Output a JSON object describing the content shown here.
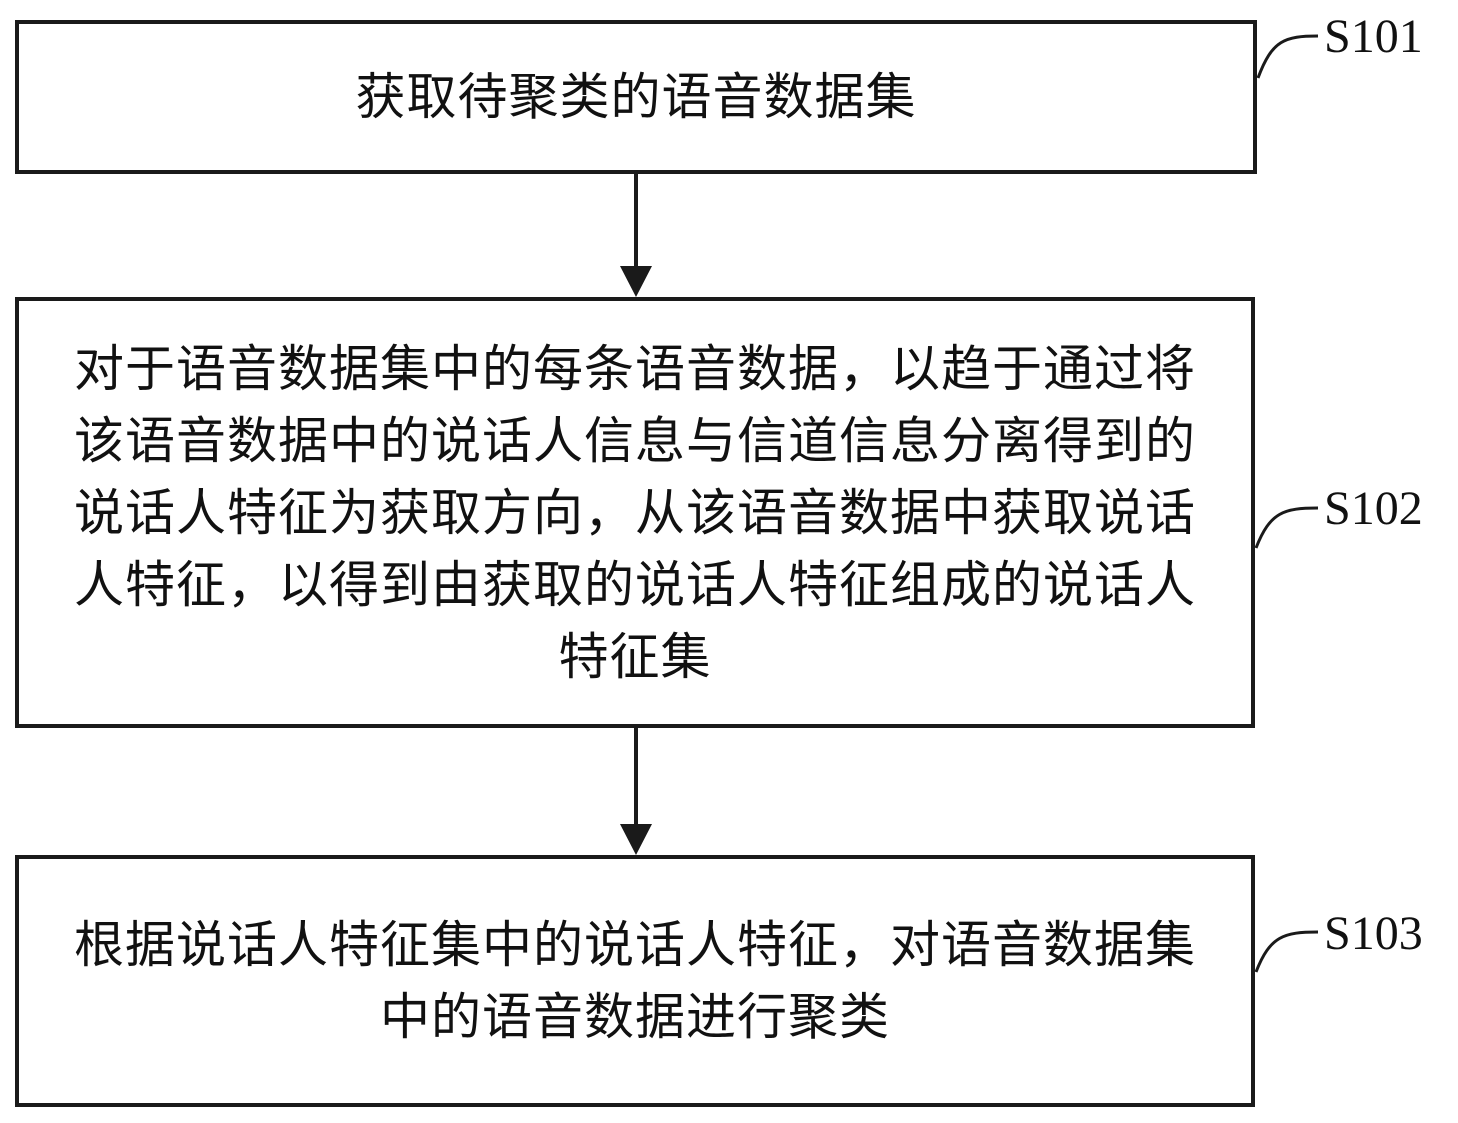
{
  "steps": [
    {
      "id": "S101",
      "text": "获取待聚类的语音数据集"
    },
    {
      "id": "S102",
      "text": "对于语音数据集中的每条语音数据，以趋于通过将该语音数据中的说话人信息与信道信息分离得到的说话人特征为获取方向，从该语音数据中获取说话人特征，以得到由获取的说话人特征组成的说话人特征集"
    },
    {
      "id": "S103",
      "text": "根据说话人特征集中的说话人特征，对语音数据集中的语音数据进行聚类"
    }
  ]
}
